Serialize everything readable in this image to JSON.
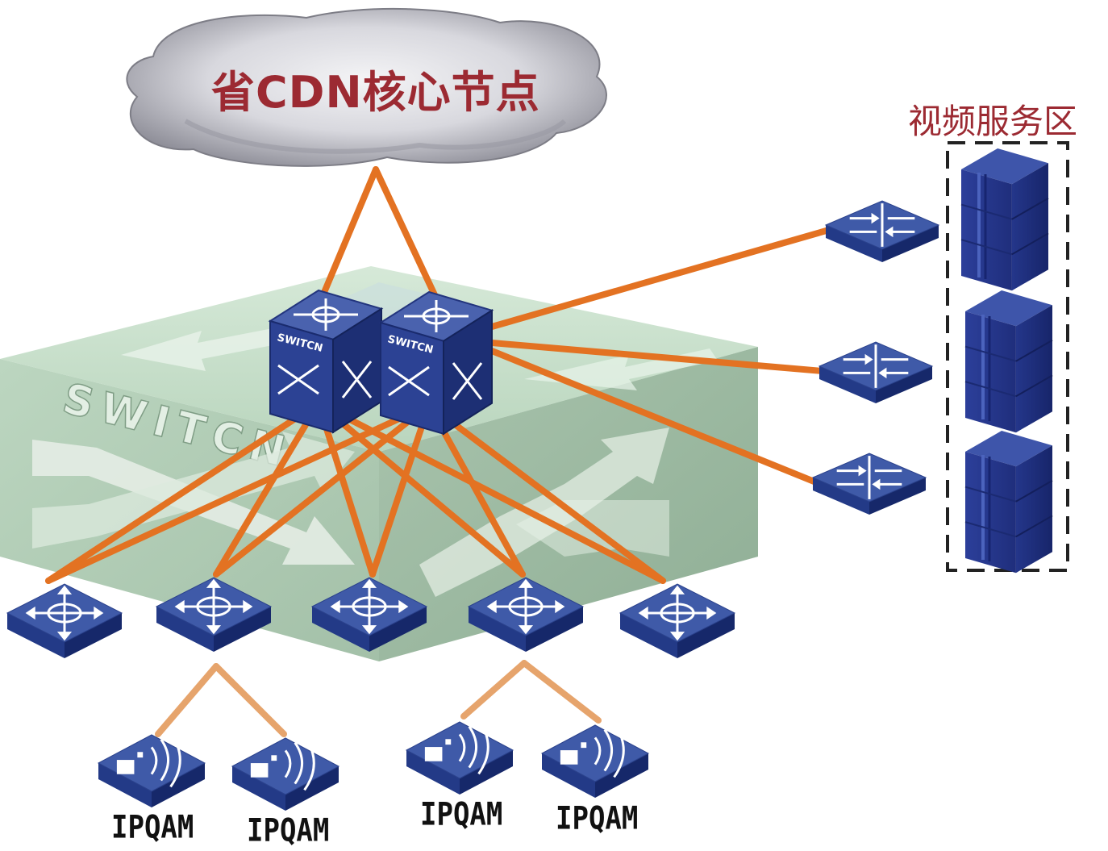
{
  "cloud": {
    "label": "省CDN核心节点"
  },
  "video_zone": {
    "label": "视频服务区"
  },
  "core_switch": {
    "label": "SWITCN"
  },
  "ipqam_labels": [
    "IPQAM",
    "IPQAM",
    "IPQAM",
    "IPQAM"
  ],
  "colors": {
    "link": "#e37222",
    "access_link": "#e6a46c",
    "device_top": "#3f5aa8",
    "device_front": "#233a87",
    "device_dark": "#16286a",
    "label_red": "#9c2a32",
    "zone_border": "#222222",
    "switch_bg": "#a8c7ae"
  }
}
